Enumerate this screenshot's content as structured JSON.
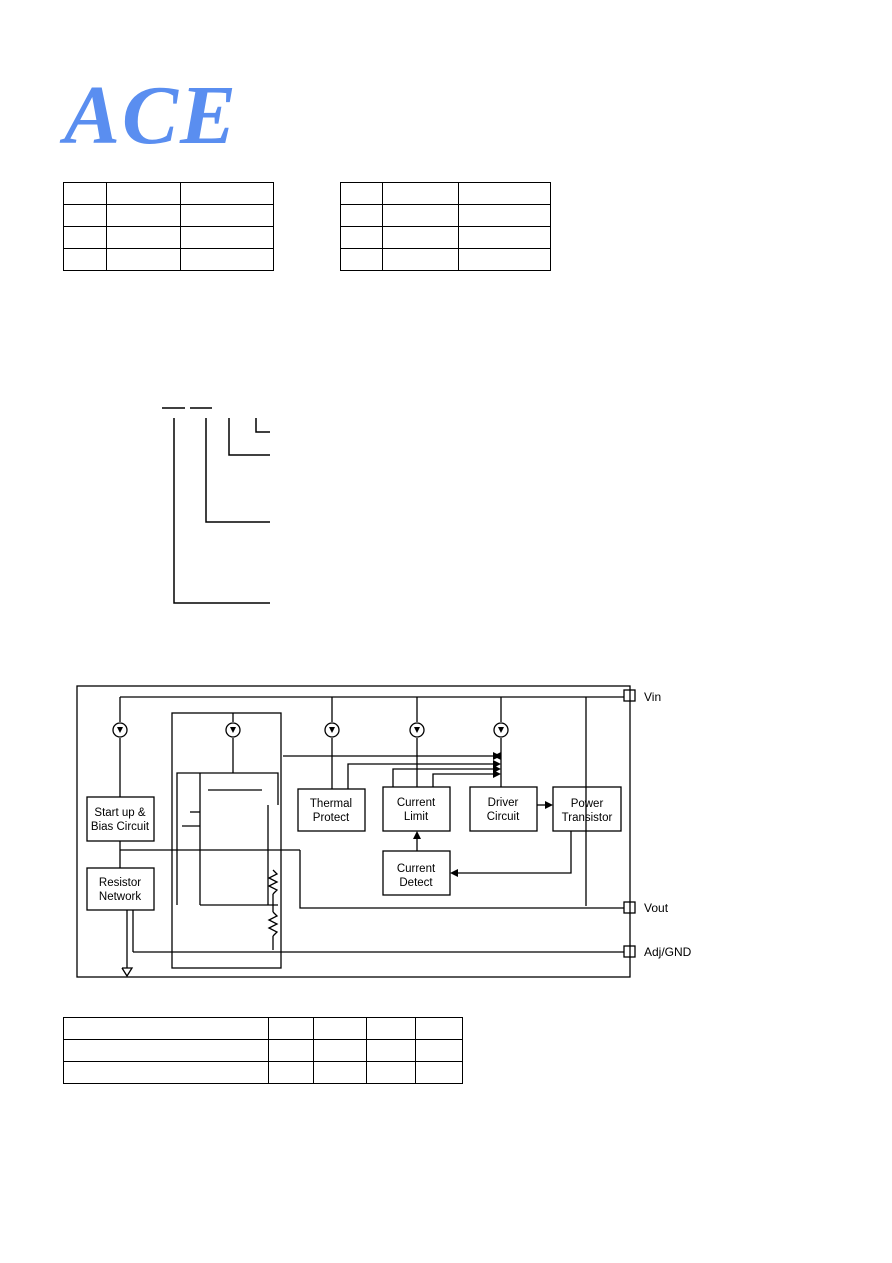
{
  "logo": {
    "text": "ACE",
    "color": "#5a8ef0"
  },
  "diagram": {
    "pins": {
      "vin": "Vin",
      "vout": "Vout",
      "adj": "Adj/GND"
    },
    "blocks": {
      "startup": [
        "Start up &",
        "Bias Circuit"
      ],
      "resistor": [
        "Resistor",
        "Network"
      ],
      "thermal": [
        "Thermal",
        "Protect"
      ],
      "current_limit": [
        "Current",
        "Limit"
      ],
      "driver": [
        "Driver",
        "Circuit"
      ],
      "power": [
        "Power",
        "Transistor"
      ],
      "current_detect": [
        "Current",
        "Detect"
      ]
    }
  }
}
